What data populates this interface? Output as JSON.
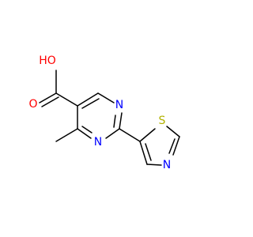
{
  "molecule": {
    "atoms": {
      "oh": {
        "text": "HO",
        "color": "#ff0000"
      },
      "o_carbonyl": {
        "text": "O",
        "color": "#ff0000"
      },
      "n_ring_top": {
        "text": "N",
        "color": "#0000ff"
      },
      "n_ring_bottom": {
        "text": "N",
        "color": "#0000ff"
      },
      "s_thiazole": {
        "text": "S",
        "color": "#b2b200"
      },
      "n_thiazole": {
        "text": "N",
        "color": "#0000ff"
      }
    }
  }
}
